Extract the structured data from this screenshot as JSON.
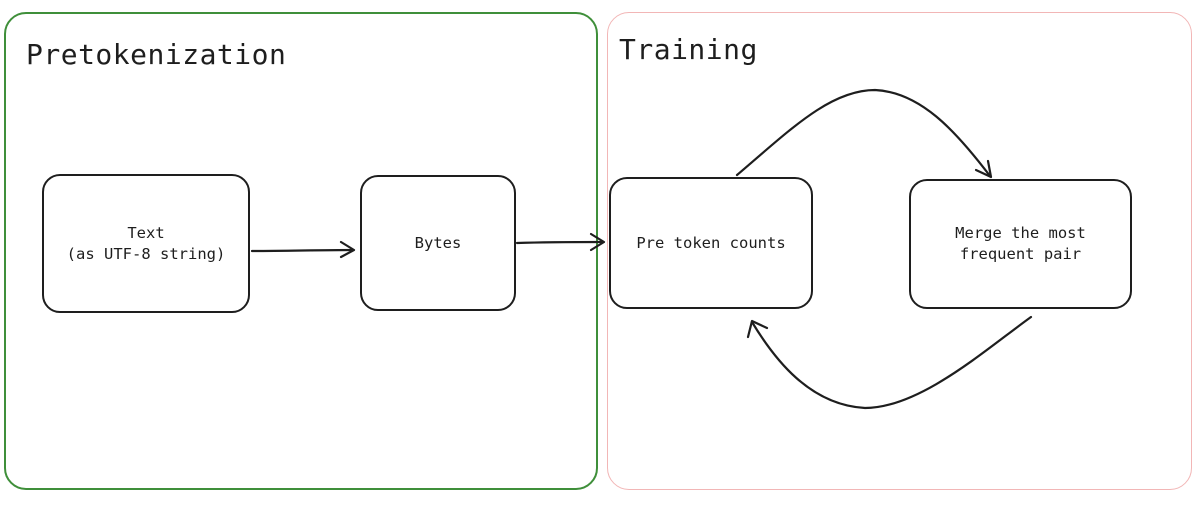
{
  "panels": {
    "pretokenization": {
      "title": "Pretokenization",
      "border_color": "#3f8f3a"
    },
    "training": {
      "title": "Training",
      "border_color": "#f2b6b6"
    }
  },
  "nodes": {
    "text": "Text\n(as UTF-8 string)",
    "bytes": "Bytes",
    "pre_token_counts": "Pre token counts",
    "merge": "Merge the most\nfrequent pair"
  },
  "edges": [
    {
      "from": "text",
      "to": "bytes"
    },
    {
      "from": "bytes",
      "to": "pre_token_counts"
    },
    {
      "from": "pre_token_counts",
      "to": "merge"
    },
    {
      "from": "merge",
      "to": "pre_token_counts"
    }
  ]
}
